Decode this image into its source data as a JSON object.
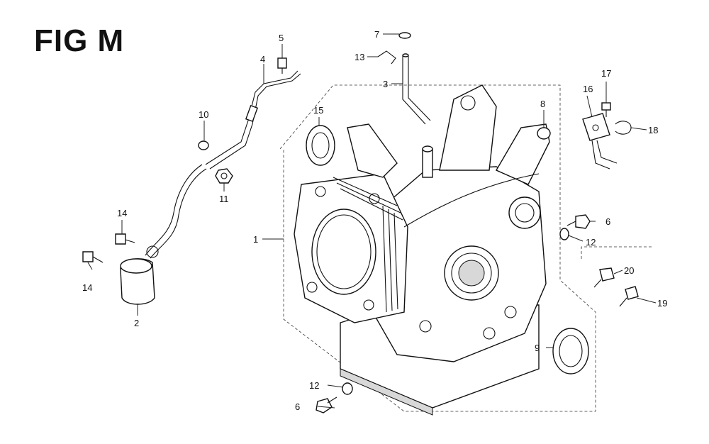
{
  "title": "FIG M",
  "callouts": [
    {
      "id": "c1",
      "label": "1"
    },
    {
      "id": "c2",
      "label": "2"
    },
    {
      "id": "c3",
      "label": "3"
    },
    {
      "id": "c4",
      "label": "4"
    },
    {
      "id": "c5",
      "label": "5"
    },
    {
      "id": "c6a",
      "label": "6"
    },
    {
      "id": "c6b",
      "label": "6"
    },
    {
      "id": "c7",
      "label": "7"
    },
    {
      "id": "c8",
      "label": "8"
    },
    {
      "id": "c9",
      "label": "9"
    },
    {
      "id": "c10",
      "label": "10"
    },
    {
      "id": "c11",
      "label": "11"
    },
    {
      "id": "c12a",
      "label": "12"
    },
    {
      "id": "c12b",
      "label": "12"
    },
    {
      "id": "c13",
      "label": "13"
    },
    {
      "id": "c14a",
      "label": "14"
    },
    {
      "id": "c14b",
      "label": "14"
    },
    {
      "id": "c15",
      "label": "15"
    },
    {
      "id": "c16",
      "label": "16"
    },
    {
      "id": "c17",
      "label": "17"
    },
    {
      "id": "c18",
      "label": "18"
    },
    {
      "id": "c19",
      "label": "19"
    },
    {
      "id": "c20",
      "label": "20"
    }
  ]
}
